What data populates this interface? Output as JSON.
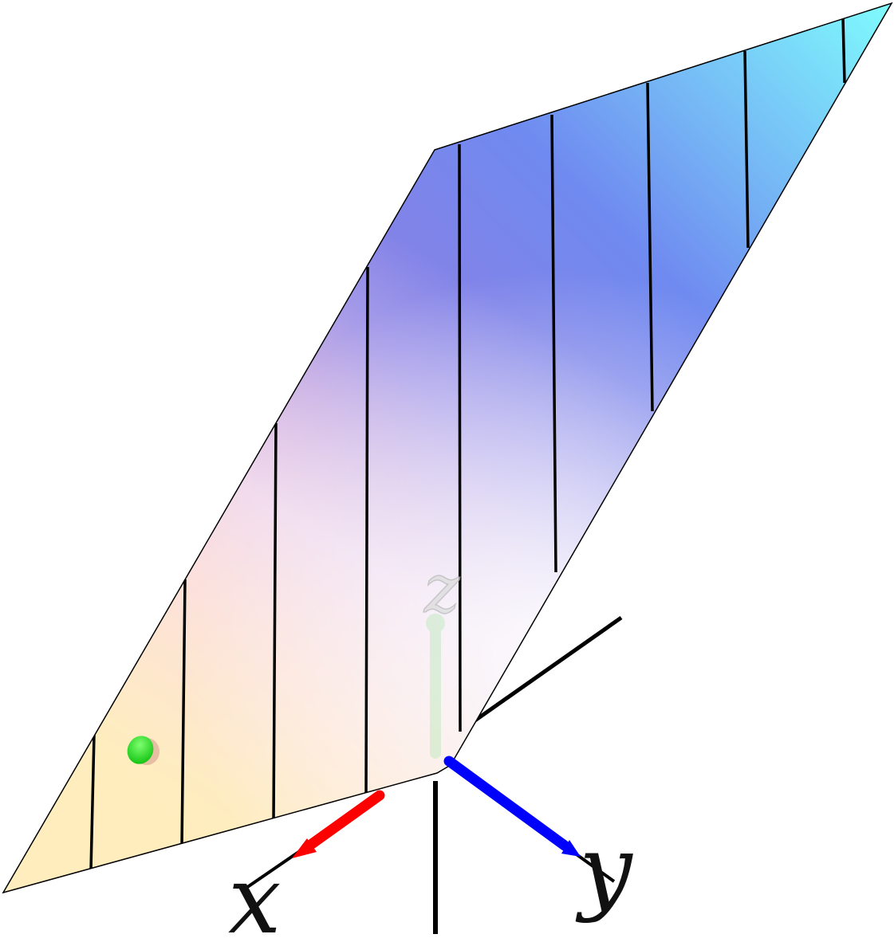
{
  "axes": {
    "x": {
      "label": "x",
      "color": "#ff0000"
    },
    "y": {
      "label": "y",
      "color": "#0000ff"
    },
    "z": {
      "label": "z",
      "color": "#7fe07f"
    }
  },
  "plane": {
    "gradient_colors": [
      "#ff7383",
      "#f07aa8",
      "#8a7ee6",
      "#fff1c0",
      "#f4fdfb",
      "#7afcfd"
    ],
    "ruling_line_color": "#000000",
    "ruling_line_count": 9
  },
  "point": {
    "color": "#22dd22"
  }
}
